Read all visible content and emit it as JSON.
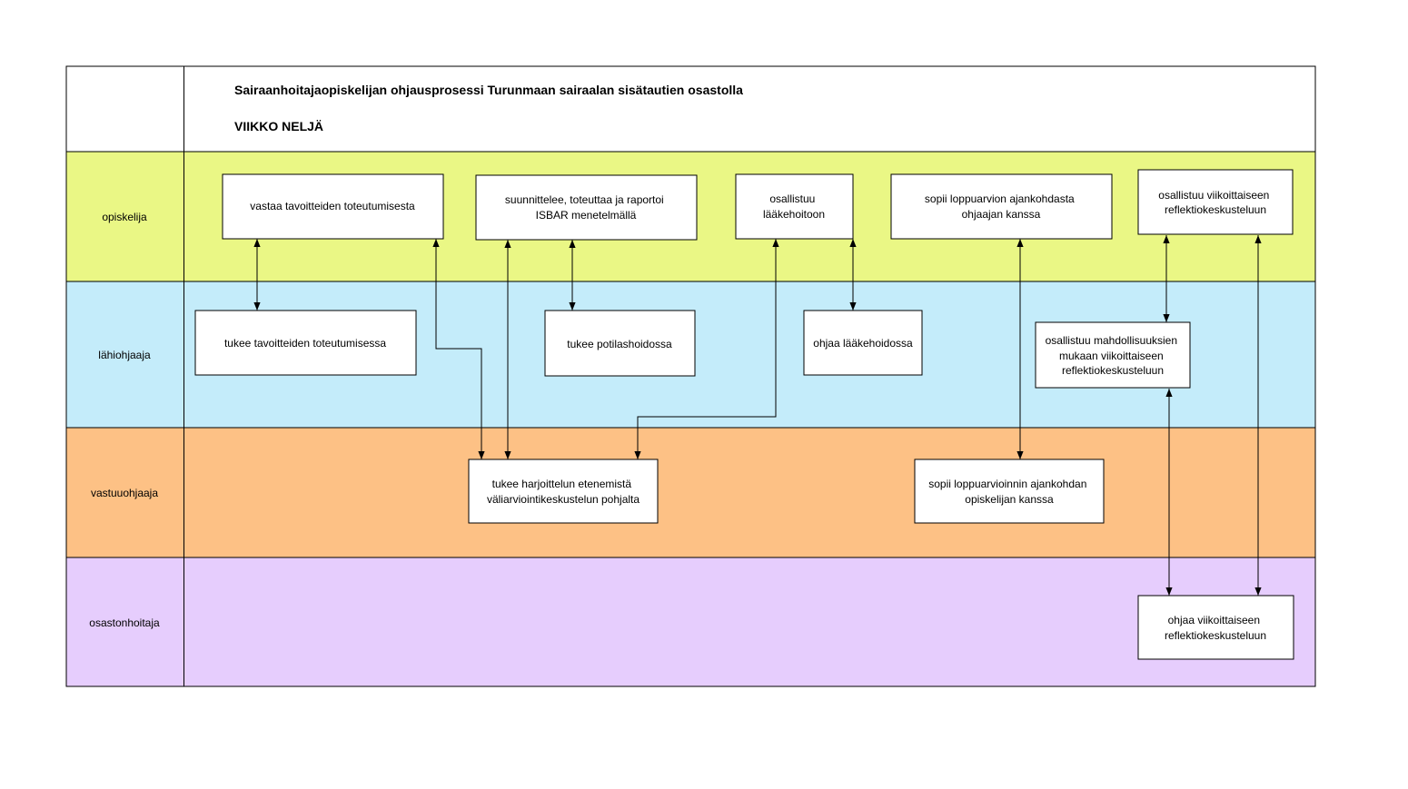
{
  "header": {
    "title": "Sairaanhoitajaopiskelijan ohjausprosessi Turunmaan sairaalan sisätautien osastolla",
    "subtitle": "VIIKKO NELJÄ"
  },
  "lanes": [
    {
      "id": "opiskelija",
      "label": "opiskelija",
      "color": "#eaf785"
    },
    {
      "id": "lahiohjaaja",
      "label": "lähiohjaaja",
      "color": "#c4ecfa"
    },
    {
      "id": "vastuuohjaaja",
      "label": "vastuuohjaaja",
      "color": "#fdc185"
    },
    {
      "id": "osastonhoitaja",
      "label": "osastonhoitaja",
      "color": "#e6cdfd"
    }
  ],
  "boxes": [
    {
      "id": "o1",
      "lane": "opiskelija",
      "lines": [
        "vastaa tavoitteiden toteutumisesta"
      ]
    },
    {
      "id": "o2",
      "lane": "opiskelija",
      "lines": [
        "suunnittelee, toteuttaa ja raportoi",
        "ISBAR menetelmällä"
      ]
    },
    {
      "id": "o3",
      "lane": "opiskelija",
      "lines": [
        "osallistuu",
        "lääkehoitoon"
      ]
    },
    {
      "id": "o4",
      "lane": "opiskelija",
      "lines": [
        "sopii loppuarvion ajankohdasta",
        "ohjaajan kanssa"
      ]
    },
    {
      "id": "o5",
      "lane": "opiskelija",
      "lines": [
        "osallistuu viikoittaiseen",
        "reflektiokeskusteluun"
      ]
    },
    {
      "id": "l1",
      "lane": "lahiohjaaja",
      "lines": [
        "tukee tavoitteiden toteutumisessa"
      ]
    },
    {
      "id": "l2",
      "lane": "lahiohjaaja",
      "lines": [
        "tukee potilashoidossa"
      ]
    },
    {
      "id": "l3",
      "lane": "lahiohjaaja",
      "lines": [
        "ohjaa lääkehoidossa"
      ]
    },
    {
      "id": "l4",
      "lane": "lahiohjaaja",
      "lines": [
        "osallistuu mahdollisuuksien",
        "mukaan viikoittaiseen",
        "reflektiokeskusteluun"
      ]
    },
    {
      "id": "v1",
      "lane": "vastuuohjaaja",
      "lines": [
        "tukee harjoittelun etenemistä",
        "väliarviointikeskustelun pohjalta"
      ]
    },
    {
      "id": "v2",
      "lane": "vastuuohjaaja",
      "lines": [
        "sopii loppuarvioinnin ajankohdan",
        "opiskelijan kanssa"
      ]
    },
    {
      "id": "h1",
      "lane": "osastonhoitaja",
      "lines": [
        "ohjaa viikoittaiseen",
        "reflektiokeskusteluun"
      ]
    }
  ],
  "connectors": [
    {
      "from": "o1",
      "to": "l1",
      "arrows": "both"
    },
    {
      "from": "o1",
      "to": "v1",
      "arrows": "both"
    },
    {
      "from": "o2",
      "to": "v1",
      "arrows": "both"
    },
    {
      "from": "o2",
      "to": "l2",
      "arrows": "both"
    },
    {
      "from": "o3",
      "to": "v1",
      "arrows": "both"
    },
    {
      "from": "o3",
      "to": "l3",
      "arrows": "both"
    },
    {
      "from": "o4",
      "to": "v2",
      "arrows": "both"
    },
    {
      "from": "o5",
      "to": "l4",
      "arrows": "both"
    },
    {
      "from": "l4",
      "to": "h1",
      "arrows": "both"
    },
    {
      "from": "o5",
      "to": "h1",
      "arrows": "both"
    }
  ]
}
